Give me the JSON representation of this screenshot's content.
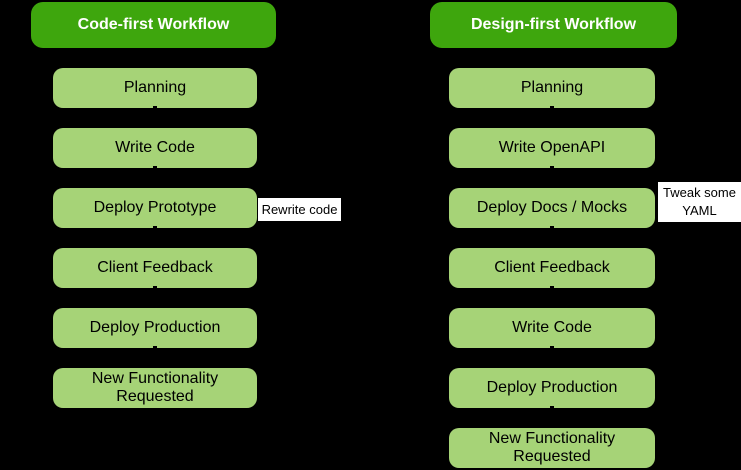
{
  "colors": {
    "background": "#000000",
    "header_bg": "#3ea60d",
    "header_text": "#ffffff",
    "step_bg": "#a6d377",
    "step_text": "#000000",
    "note_bg": "#ffffff",
    "note_text": "#000000"
  },
  "columns": [
    {
      "id": "code-first",
      "title": "Code-first Workflow",
      "steps": [
        "Planning",
        "Write Code",
        "Deploy Prototype",
        "Client Feedback",
        "Deploy Production",
        "New Functionality Requested"
      ],
      "note": "Rewrite code"
    },
    {
      "id": "design-first",
      "title": "Design-first Workflow",
      "steps": [
        "Planning",
        "Write OpenAPI",
        "Deploy Docs / Mocks",
        "Client Feedback",
        "Write Code",
        "Deploy Production",
        "New Functionality Requested"
      ],
      "note": "Tweak some YAML"
    }
  ]
}
